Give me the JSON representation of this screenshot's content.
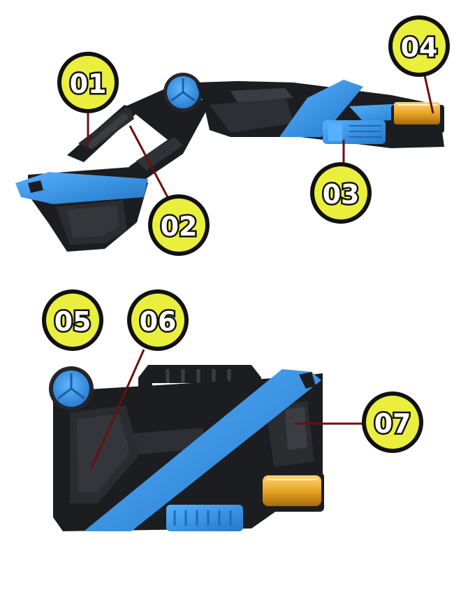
{
  "colors": {
    "background": "#ffffff",
    "body_black": "#1c1d20",
    "body_dark": "#2a2c30",
    "body_mid": "#3a3d42",
    "accent_blue": "#2f8fe6",
    "blue_light": "#56b0ff",
    "gold": "#e7a626",
    "gold_light": "#ffd27a",
    "badge_yellow": "#e9ef3c",
    "badge_ring": "#111111",
    "leader_red": "#6b0f0f"
  },
  "callouts": [
    {
      "id": "c1",
      "label": "01"
    },
    {
      "id": "c2",
      "label": "02"
    },
    {
      "id": "c3",
      "label": "03"
    },
    {
      "id": "c4",
      "label": "04"
    },
    {
      "id": "c5",
      "label": "05"
    },
    {
      "id": "c6",
      "label": "06"
    },
    {
      "id": "c7",
      "label": "07"
    }
  ]
}
